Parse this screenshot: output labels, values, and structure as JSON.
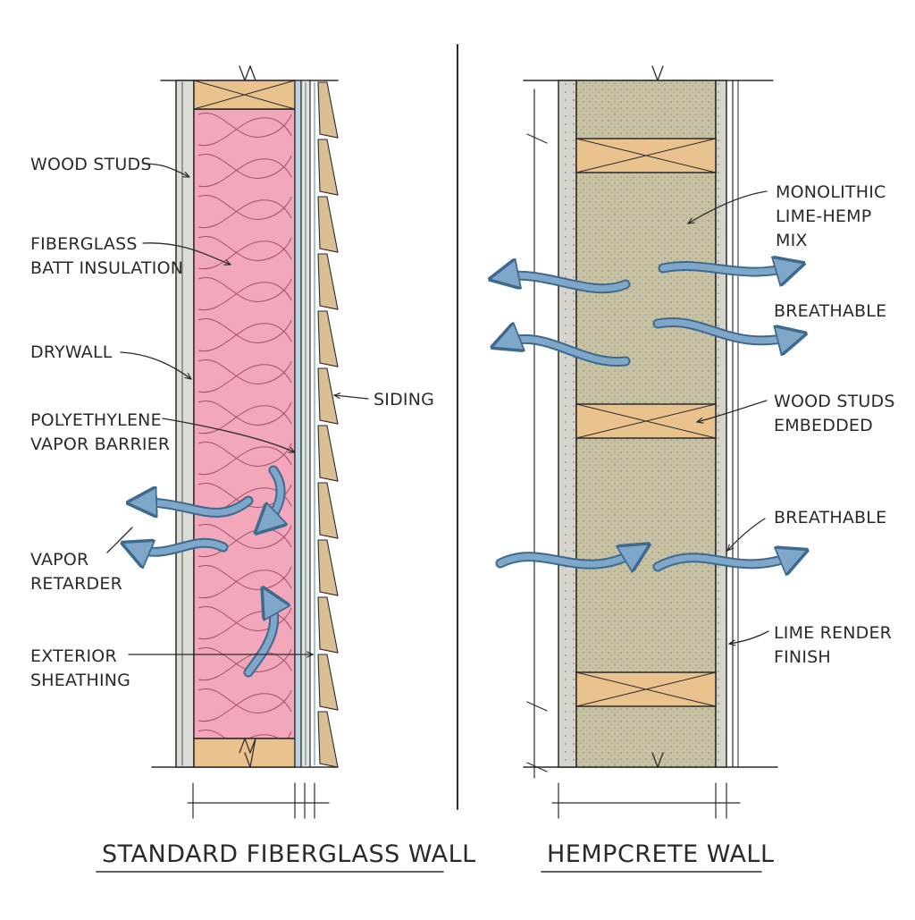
{
  "colors": {
    "fiberglass": "#f2a7bb",
    "fiberglass_line": "#c76d86",
    "wood": "#e9c28e",
    "hempcrete": "#c8c2a4",
    "render": "#d6d4cb",
    "flow": "#7fa7c9",
    "flow_edge": "#3d6a8e",
    "ink": "#2b2b2b"
  },
  "left_wall": {
    "title": "STANDARD FIBERGLASS WALL",
    "labels": {
      "wood_studs": "WOOD STUDS",
      "fiberglass_1": "FIBERGLASS",
      "fiberglass_2": "BATT INSULATION",
      "drywall": "DRYWALL",
      "poly_1": "POLYETHYLENE",
      "poly_2": "VAPOR BARRIER",
      "retarder_1": "VAPOR",
      "retarder_2": "RETARDER",
      "sheathing_1": "EXTERIOR",
      "sheathing_2": "SHEATHING",
      "siding": "SIDING"
    }
  },
  "right_wall": {
    "title": "HEMPCRETE WALL",
    "labels": {
      "mix_1": "MONOLITHIC",
      "mix_2": "LIME-HEMP",
      "mix_3": "MIX",
      "breathable_1": "BREATHABLE",
      "studs_1": "WOOD STUDS",
      "studs_2": "EMBEDDED",
      "breathable_2": "BREATHABLE",
      "render_1": "LIME RENDER",
      "render_2": "FINISH"
    }
  }
}
